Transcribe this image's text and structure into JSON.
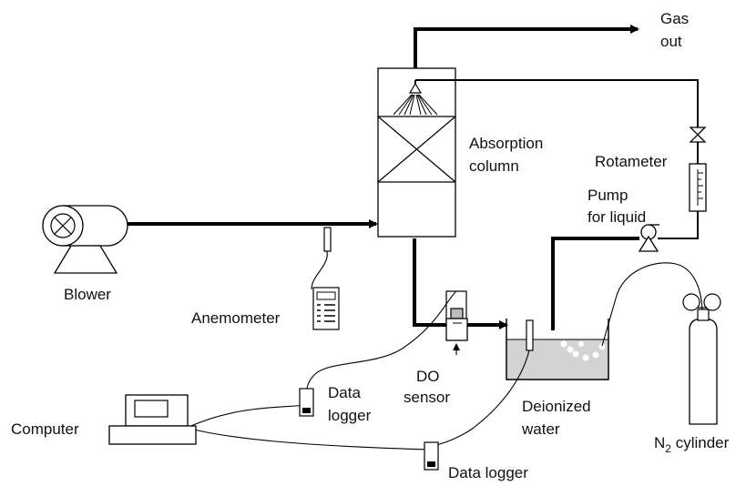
{
  "labels": {
    "gas_out_1": "Gas",
    "gas_out_2": "out",
    "absorption_1": "Absorption",
    "absorption_2": "column",
    "rotameter": "Rotameter",
    "pump_1": "Pump",
    "pump_2": "for liquid",
    "blower": "Blower",
    "anemometer": "Anemometer",
    "do_sensor_1": "DO",
    "do_sensor_2": "sensor",
    "data_logger_1a": "Data",
    "data_logger_1b": "logger",
    "computer": "Computer",
    "deionized_1": "Deionized",
    "deionized_2": "water",
    "n2_prefix": "N",
    "n2_sub": "2",
    "n2_suffix": " cylinder",
    "data_logger_2": "Data logger"
  }
}
